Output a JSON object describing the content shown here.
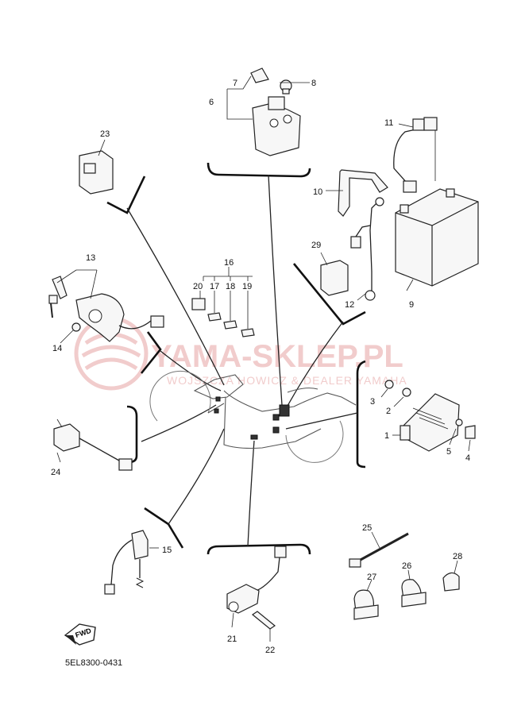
{
  "diagram": {
    "code": "5EL8300-0431",
    "fwd_label": "FWD",
    "watermark": {
      "title": "YAMA-SKLEP.PL",
      "subtitle": "WOJSZCZA HOWICZ & DEALER YAMAHA"
    },
    "callouts": [
      "1",
      "2",
      "3",
      "4",
      "5",
      "6",
      "7",
      "8",
      "9",
      "10",
      "11",
      "12",
      "13",
      "14",
      "15",
      "16",
      "17",
      "18",
      "19",
      "20",
      "21",
      "22",
      "23",
      "24",
      "25",
      "26",
      "27",
      "28",
      "29"
    ]
  }
}
